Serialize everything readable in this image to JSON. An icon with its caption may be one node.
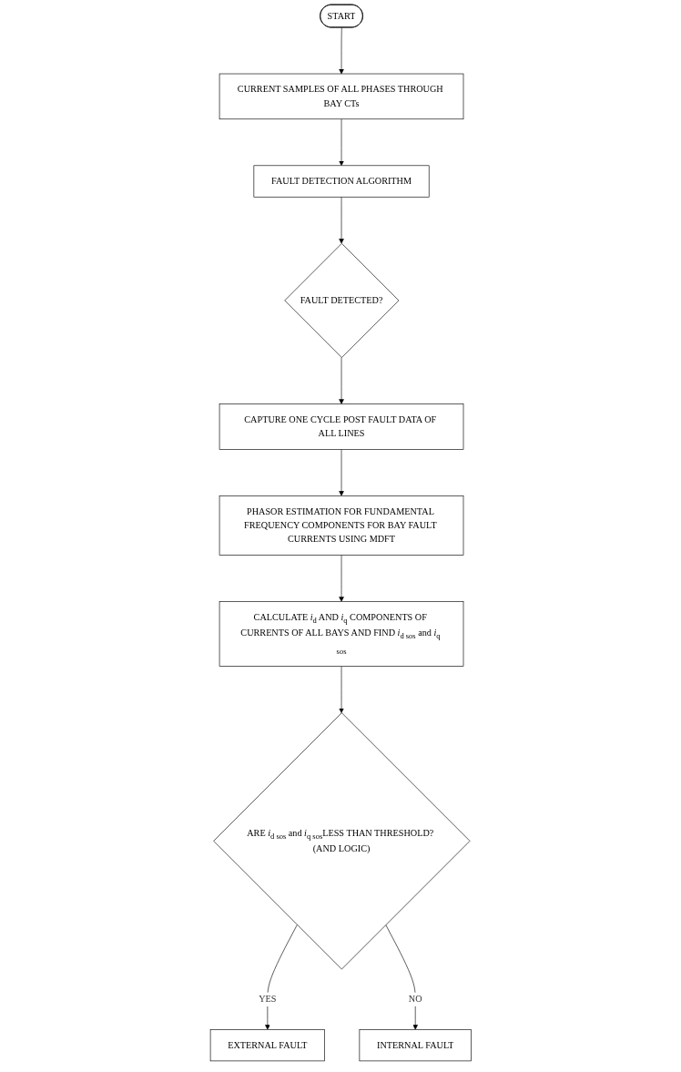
{
  "diagram": {
    "nodes": [
      {
        "text": [
          "START"
        ]
      },
      {
        "text": [
          "CURRENT SAMPLES OF ALL PHASES THROUGH BAY CTs"
        ]
      },
      {
        "text": [
          "FAULT DETECTION ALGORITHM"
        ]
      },
      {
        "text": [
          "FAULT DETECTED?"
        ]
      },
      {
        "text": [
          "CAPTURE ONE CYCLE POST FAULT DATA OF ALL LINES"
        ]
      },
      {
        "text": [
          "PHASOR ESTIMATION FOR FUNDAMENTAL FREQUENCY COMPONENTS FOR BAY FAULT CURRENTS USING MDFT"
        ]
      },
      {
        "text": [
          "CALCULATE *i*$_{d}$ AND *i*$_{q}$ COMPONENTS OF CURRENTS OF ALL BAYS AND FIND *i*$_{d sos}$ and *i*$_{q sos}$"
        ]
      },
      {
        "text": [
          "ARE *i*$_{d sos}$ and *i*$_{q sos}$LESS THAN THRESHOLD? (AND LOGIC)"
        ]
      },
      {
        "text": [
          "EXTERNAL FAULT"
        ]
      },
      {
        "text": [
          "INTERNAL FAULT"
        ]
      }
    ],
    "edges": [
      {
        "from": 0,
        "to": 1,
        "arrow": "to"
      },
      {
        "from": 1,
        "to": 2,
        "arrow": "to"
      },
      {
        "from": 2,
        "to": 3,
        "arrow": "to"
      },
      {
        "from": 3,
        "to": 4,
        "arrow": "to"
      },
      {
        "from": 4,
        "to": 5,
        "arrow": "to"
      },
      {
        "from": 5,
        "to": 6,
        "arrow": "to"
      },
      {
        "from": 6,
        "to": 7,
        "arrow": "to"
      },
      {
        "from": 7,
        "to": 8,
        "label": "YES",
        "arrow": "to"
      },
      {
        "from": 7,
        "to": 9,
        "label": "NO",
        "arrow": "to"
      }
    ]
  }
}
